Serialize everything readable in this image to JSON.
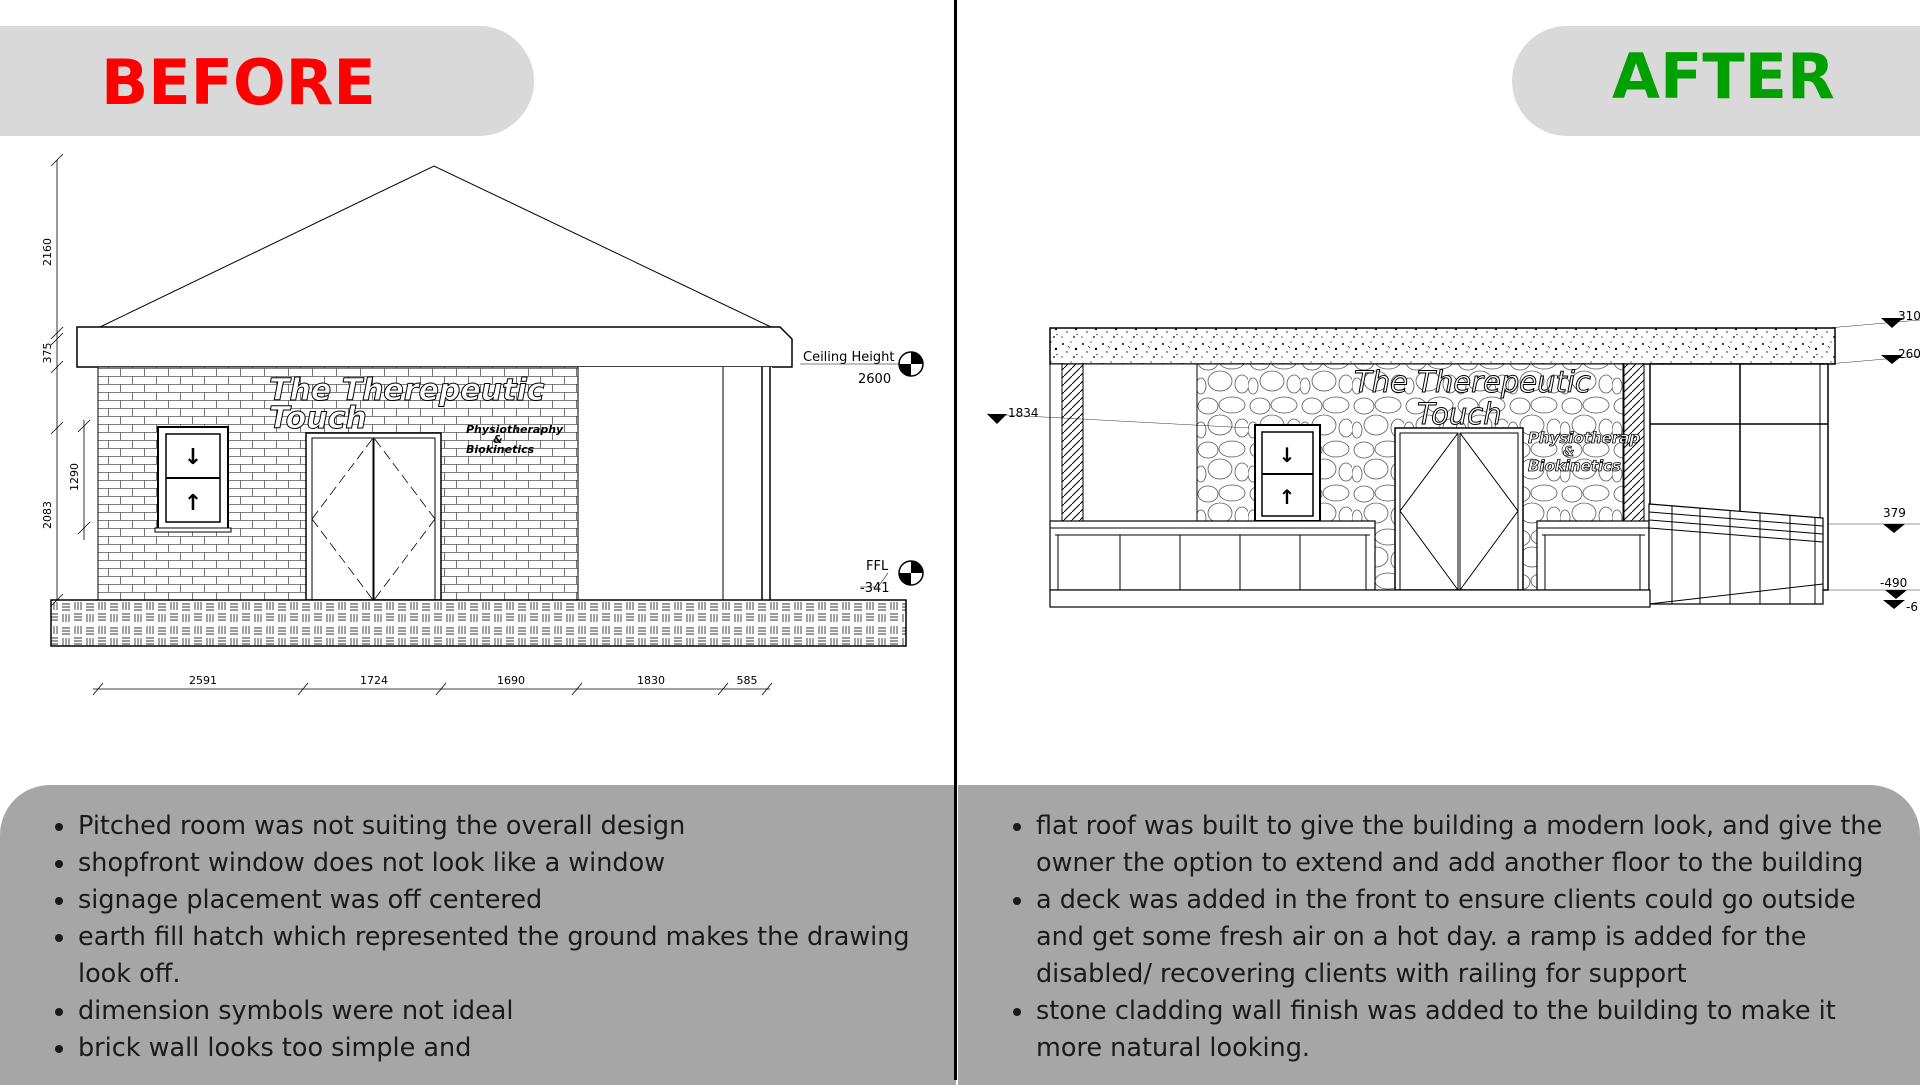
{
  "before": {
    "title": "BEFORE",
    "sign_title_line1": "The Therepeutic",
    "sign_title_line2": "Touch",
    "sign_sub_line1": "Physiotheraphy",
    "sign_sub_line2": "&",
    "sign_sub_line3": "Biokinetics",
    "ceiling_label": "Ceiling Height",
    "ceiling_value": "2600",
    "ffl_label": "FFL",
    "ffl_value": "-341",
    "vdims": [
      "2160",
      "375",
      "1290",
      "2083"
    ],
    "hdims": [
      "2591",
      "1724",
      "1690",
      "1830",
      "585"
    ],
    "window_arrow_up": "↑",
    "window_arrow_down": "↓",
    "notes": [
      "Pitched room was not suiting the overall design",
      "shopfront window does not look like a window",
      "signage placement was off centered",
      "earth fill hatch which represented the ground makes the drawing look off.",
      "dimension symbols were not ideal",
      "brick wall looks too simple and"
    ]
  },
  "after": {
    "title": "AFTER",
    "sign_title_line1": "The Therepeutic",
    "sign_title_line2": "Touch",
    "sign_sub_line1": "Physiotherap",
    "sign_sub_line2": "&",
    "sign_sub_line3": "Biokinetics",
    "level_left": "1834",
    "levels_right": [
      "310",
      "260",
      "379",
      "-490",
      "-6"
    ],
    "window_arrow_up": "↑",
    "window_arrow_down": "↓",
    "notes": [
      "flat roof was built to give the building a modern look, and give the owner the option to extend and add another floor to the building",
      "a deck was added in the front to ensure clients could go outside and get some fresh air on a hot day. a ramp is added for the disabled/ recovering clients with railing for support",
      "stone cladding wall finish was added to the building to make it more natural looking."
    ]
  },
  "colors": {
    "before_title": "#ff0000",
    "after_title": "#00a000",
    "pill_bg": "#d9d9d9",
    "notes_bg": "#a6a6a6",
    "line": "#000000"
  }
}
